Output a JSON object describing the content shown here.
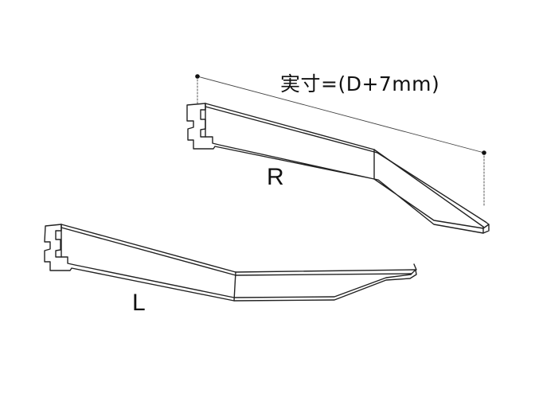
{
  "dimension_label": "実寸=(D+7mm)",
  "bracket_right_label": "R",
  "bracket_left_label": "L"
}
